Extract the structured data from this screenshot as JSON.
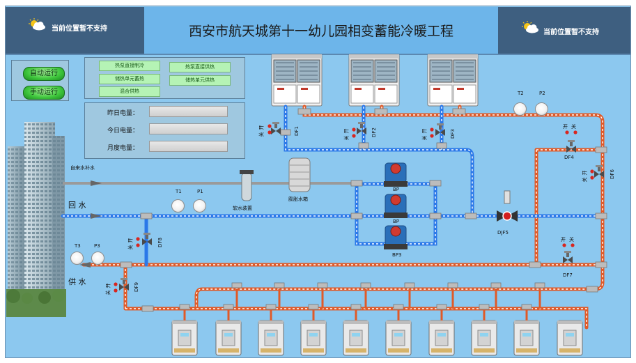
{
  "header": {
    "title": "西安市航天城第十一幼儿园相变蓄能冷暖工程",
    "location_left": "当前位置暂不支持",
    "location_right": "当前位置暂不支持"
  },
  "control": {
    "auto_label": "自动运行",
    "manual_label": "手动运行"
  },
  "modes": {
    "heat_pump_cool": "热泵直接制冷",
    "heat_pump_heat": "热泵直接供热",
    "storage_store": "储热单元蓄热",
    "storage_supply": "储热单元供热",
    "mixed_supply": "混合供热"
  },
  "energy": {
    "yesterday_label": "昨日电量：",
    "today_label": "今日电量：",
    "month_label": "月度电量："
  },
  "labels": {
    "make_up_water": "自来水补水",
    "return_water": "回 水",
    "supply_water": "供 水",
    "softener": "软水装置",
    "expansion_tank": "膨胀水箱",
    "open": "开",
    "close": "关",
    "bp": "BP",
    "bp3": "BP3",
    "djf5": "DJF5"
  },
  "sensors": {
    "t1": "T1",
    "p1": "P1",
    "t2": "T2",
    "p2": "P2",
    "t3": "T3",
    "p3": "P3"
  },
  "valves": {
    "df1": "DF1",
    "df2": "DF2",
    "df3": "DF3",
    "df4": "DF4",
    "df6": "DF6",
    "df7": "DF7",
    "df8": "DF8",
    "df9": "DF9"
  },
  "colors": {
    "supply_pipe": "#e05a28",
    "return_pipe": "#2b78e8",
    "background": "#8cc8ef",
    "header_dark": "#3e5f80",
    "indicator_green": "#3cc43a"
  }
}
